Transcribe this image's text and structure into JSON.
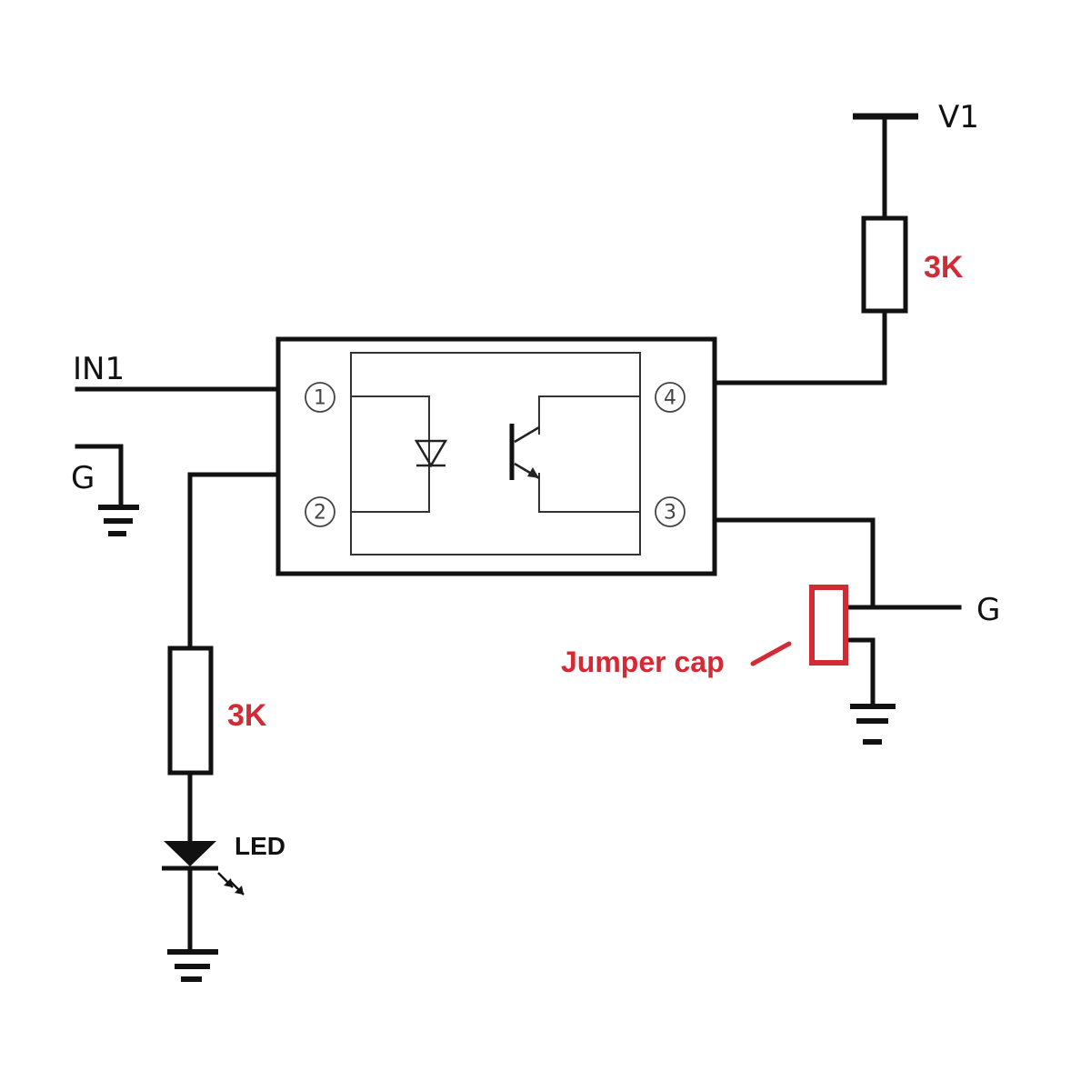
{
  "labels": {
    "v1": "V1",
    "in1": "IN1",
    "g_left": "G",
    "g_right": "G",
    "r_top": "3K",
    "r_bottom": "3K",
    "led": "LED",
    "jumper": "Jumper cap"
  },
  "pins": {
    "p1": "1",
    "p2": "2",
    "p3": "3",
    "p4": "4"
  },
  "colors": {
    "wire": "#111111",
    "accent_red": "#d42a35",
    "inner": "#333333"
  },
  "icons": {
    "ground": "ground-icon",
    "resistor": "resistor-icon",
    "led": "led-icon",
    "photodiode": "diode-icon",
    "phototransistor": "transistor-icon"
  }
}
